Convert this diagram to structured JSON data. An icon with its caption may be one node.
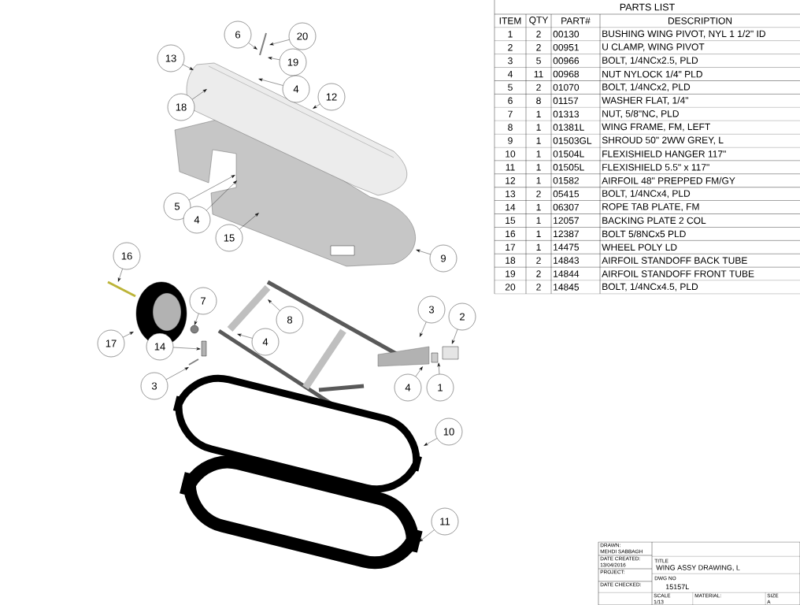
{
  "diagram": {
    "nodes": [
      {
        "text": [
          "6"
        ]
      },
      {
        "text": [
          "20"
        ]
      },
      {
        "text": [
          "13"
        ]
      },
      {
        "text": [
          "19"
        ]
      },
      {
        "text": [
          "4"
        ]
      },
      {
        "text": [
          "12"
        ]
      },
      {
        "text": [
          "18"
        ]
      },
      {
        "text": [
          "5"
        ]
      },
      {
        "text": [
          "4"
        ]
      },
      {
        "text": [
          "15"
        ]
      },
      {
        "text": [
          "9"
        ]
      },
      {
        "text": [
          "16"
        ]
      },
      {
        "text": [
          "7"
        ]
      },
      {
        "text": [
          "17"
        ]
      },
      {
        "text": [
          "8"
        ]
      },
      {
        "text": [
          "4"
        ]
      },
      {
        "text": [
          "3"
        ]
      },
      {
        "text": [
          "2"
        ]
      },
      {
        "text": [
          "14"
        ]
      },
      {
        "text": [
          "3"
        ]
      },
      {
        "text": [
          "4"
        ]
      },
      {
        "text": [
          "1"
        ]
      },
      {
        "text": [
          "10"
        ]
      },
      {
        "text": [
          "11"
        ]
      }
    ],
    "edges": [
      {
        "from": 0,
        "to": null,
        "arrow": "to"
      },
      {
        "from": 1,
        "to": null,
        "arrow": "to"
      },
      {
        "from": 2,
        "to": null,
        "arrow": "to"
      },
      {
        "from": 3,
        "to": null,
        "arrow": "to"
      },
      {
        "from": 4,
        "to": null,
        "arrow": "to"
      },
      {
        "from": 5,
        "to": null,
        "arrow": "to"
      },
      {
        "from": 6,
        "to": null,
        "arrow": "to"
      },
      {
        "from": 7,
        "to": null,
        "arrow": "to"
      },
      {
        "from": 8,
        "to": null,
        "arrow": "to"
      },
      {
        "from": 9,
        "to": null,
        "arrow": "to"
      },
      {
        "from": 10,
        "to": null,
        "arrow": "to"
      },
      {
        "from": 11,
        "to": null,
        "arrow": "to"
      },
      {
        "from": 12,
        "to": null,
        "arrow": "to"
      },
      {
        "from": 13,
        "to": null,
        "arrow": "to"
      },
      {
        "from": 14,
        "to": null,
        "arrow": "to"
      },
      {
        "from": 15,
        "to": null,
        "arrow": "to"
      },
      {
        "from": 16,
        "to": null,
        "arrow": "to"
      },
      {
        "from": 17,
        "to": null,
        "arrow": "to"
      },
      {
        "from": 18,
        "to": null,
        "arrow": "to"
      },
      {
        "from": 19,
        "to": null,
        "arrow": "to"
      },
      {
        "from": 20,
        "to": null,
        "arrow": "to"
      },
      {
        "from": 21,
        "to": null,
        "arrow": "to"
      },
      {
        "from": 22,
        "to": null,
        "arrow": "to"
      },
      {
        "from": 23,
        "to": null,
        "arrow": "to"
      }
    ],
    "labels": [
      "PARTS LIST",
      "ITEM",
      "QTY",
      "PART#",
      "DESCRIPTION",
      "1",
      "2",
      "00130",
      "BUSHING WING PIVOT, NYL 1 1/2\" ID",
      "2",
      "2",
      "00951",
      "U CLAMP, WING PIVOT",
      "3",
      "5",
      "00966",
      "BOLT, 1/4NCx2.5, PLD",
      "4",
      "11",
      "00968",
      "NUT NYLOCK 1/4\" PLD",
      "5",
      "2",
      "01070",
      "BOLT, 1/4NCx2, PLD",
      "6",
      "8",
      "01157",
      "WASHER FLAT, 1/4\"",
      "7",
      "1",
      "01313",
      "NUT, 5/8\"NC, PLD",
      "8",
      "1",
      "01381L",
      "WING FRAME, FM, LEFT",
      "9",
      "1",
      "01503GL",
      "SHROUD 50\" 2WW GREY, L",
      "10",
      "1",
      "01504L",
      "FLEXISHIELD HANGER 117\"",
      "11",
      "1",
      "01505L",
      "FLEXISHIELD 5.5\" x 117\"",
      "12",
      "1",
      "01582",
      "AIRFOIL 48\" PREPPED FM/GY",
      "13",
      "2",
      "05415",
      "BOLT, 1/4NCx4, PLD",
      "14",
      "1",
      "06307",
      "ROPE TAB PLATE, FM",
      "15",
      "1",
      "12057",
      "BACKING PLATE 2 COL",
      "16",
      "1",
      "12387",
      "BOLT 5/8NCx5 PLD",
      "17",
      "1",
      "14475",
      "WHEEL POLY LD",
      "18",
      "2",
      "14843",
      "AIRFOIL STANDOFF BACK TUBE",
      "19",
      "2",
      "14844",
      "AIRFOIL STANDOFF FRONT TUBE",
      "20",
      "2",
      "14845",
      "BOLT, 1/4NCx4.5, PLD",
      "DRAWN:",
      "MEHDI SABBAGH",
      "DATE CREATED:",
      "13/04/2016",
      "PROJECT:",
      "DATE CHECKED:",
      "TITLE",
      "WING ASSY DRAWING, L",
      "DWG NO",
      "15157L",
      "SCALE",
      "1/13",
      "MATERIAL:",
      "SIZE",
      "A"
    ]
  }
}
